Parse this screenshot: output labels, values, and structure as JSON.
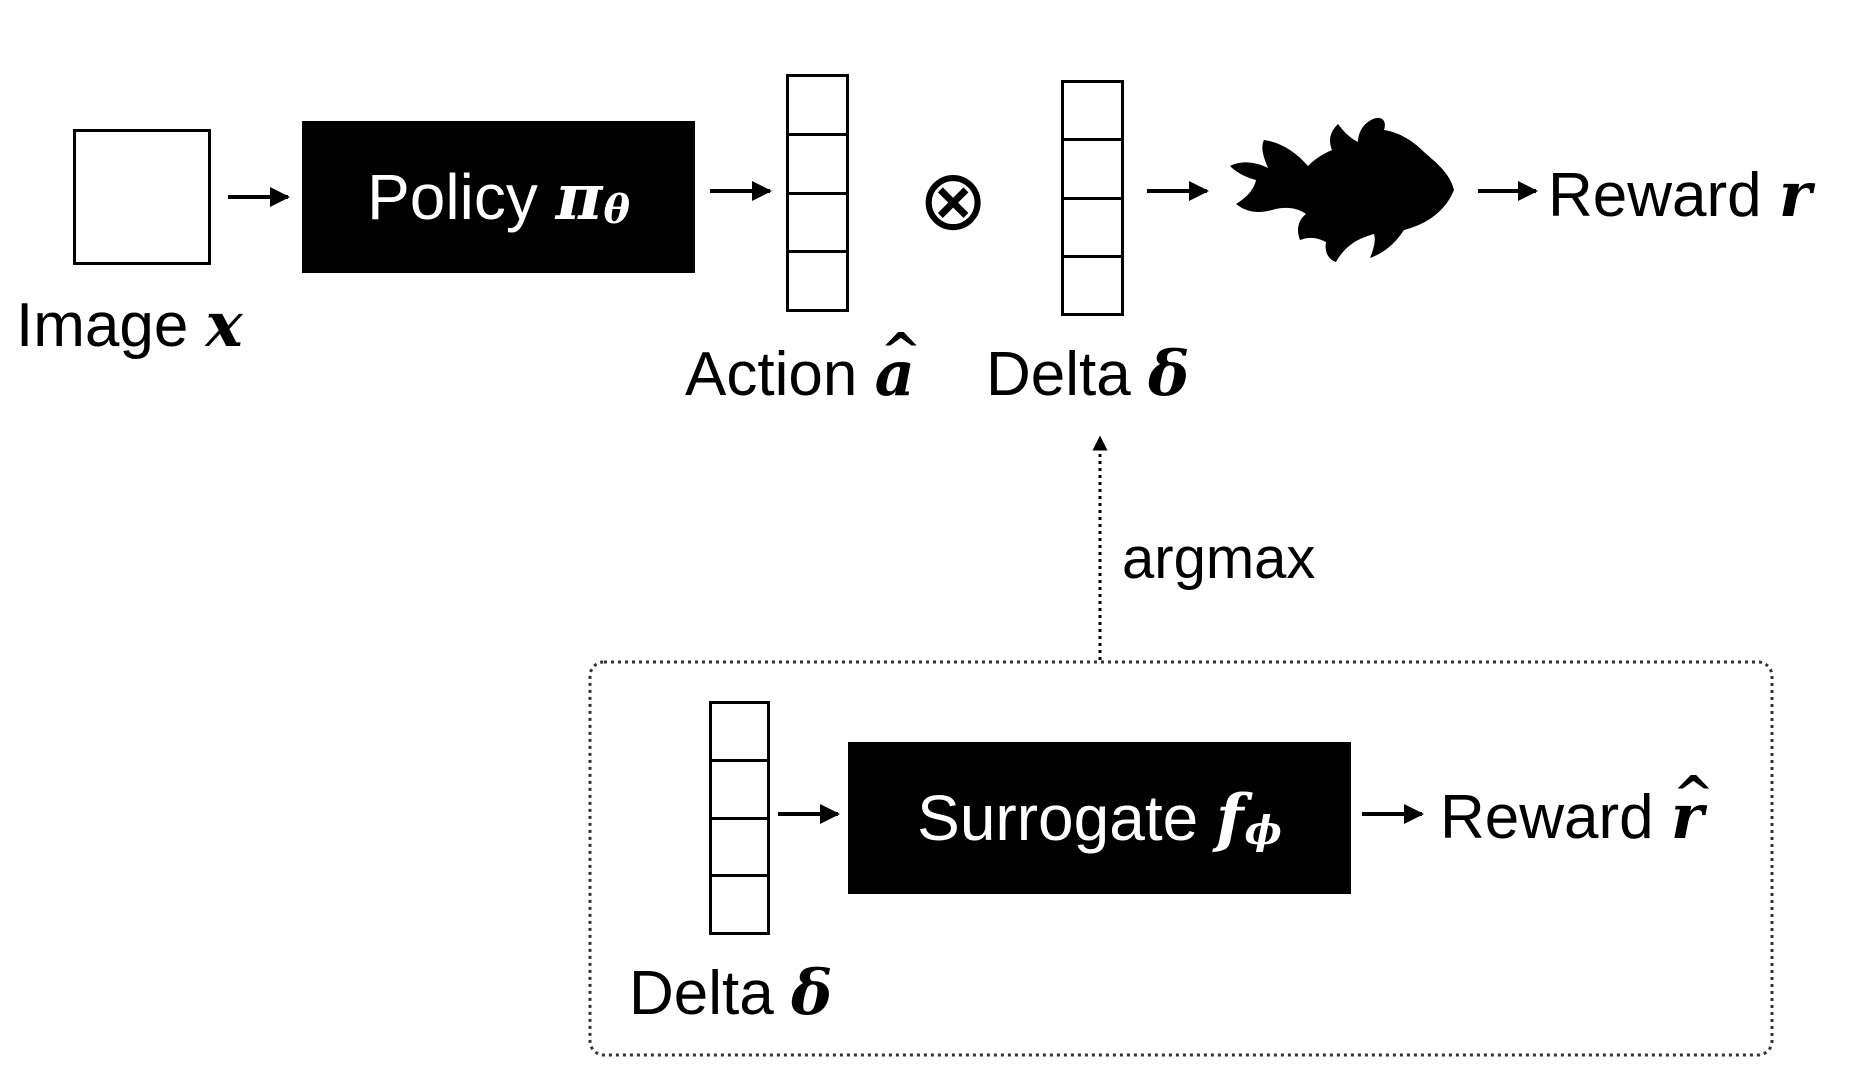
{
  "image_label": {
    "text": "Image",
    "symbol": "x"
  },
  "policy": {
    "text": "Policy",
    "symbol": "π",
    "subscript": "θ"
  },
  "action_label": {
    "text": "Action",
    "symbol": "a"
  },
  "otimes": "⊗",
  "delta_top": {
    "text": "Delta",
    "symbol": "δ"
  },
  "reward_top": {
    "text": "Reward",
    "symbol": "r"
  },
  "argmax": "argmax",
  "delta_bottom": {
    "text": "Delta",
    "symbol": "δ"
  },
  "surrogate": {
    "text": "Surrogate",
    "symbol": "f",
    "subscript": "ϕ"
  },
  "reward_bottom": {
    "text": "Reward",
    "symbol": "r"
  },
  "colors": {
    "ink": "#000000",
    "background": "#ffffff"
  },
  "icons": {
    "fish": "goldfish-silhouette"
  }
}
